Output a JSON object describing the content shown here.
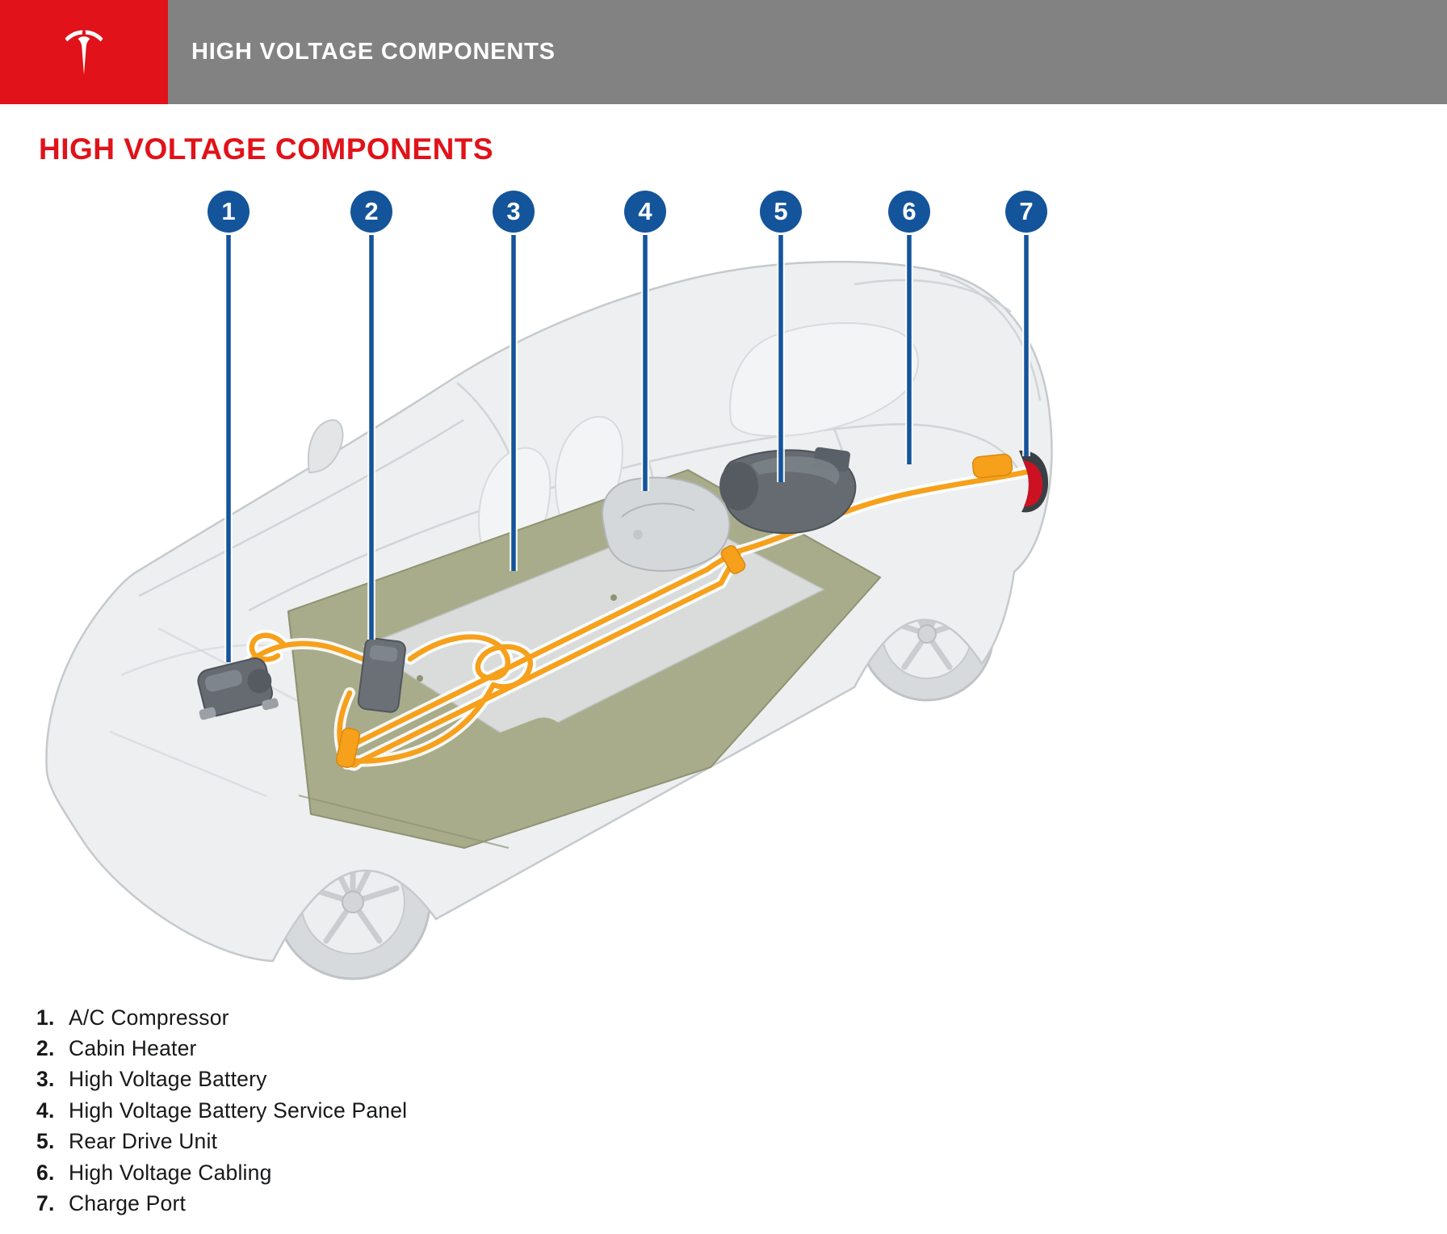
{
  "header": {
    "title": "HIGH VOLTAGE COMPONENTS"
  },
  "page": {
    "heading": "HIGH VOLTAGE COMPONENTS"
  },
  "colors": {
    "tesla_red": "#e11219",
    "header_gray": "#828282",
    "callout_blue": "#14549a",
    "cable_orange": "#f6a01b",
    "battery_olive": "#a9ac8b",
    "charge_port_red": "#cc1122"
  },
  "diagram": {
    "callouts": [
      {
        "number": "1",
        "component": "A/C Compressor"
      },
      {
        "number": "2",
        "component": "Cabin Heater"
      },
      {
        "number": "3",
        "component": "High Voltage Battery"
      },
      {
        "number": "4",
        "component": "High Voltage Battery Service Panel"
      },
      {
        "number": "5",
        "component": "Rear Drive Unit"
      },
      {
        "number": "6",
        "component": "High Voltage Cabling"
      },
      {
        "number": "7",
        "component": "Charge Port"
      }
    ]
  },
  "legend": {
    "items": [
      {
        "number": "1.",
        "label": "A/C Compressor"
      },
      {
        "number": "2.",
        "label": "Cabin Heater"
      },
      {
        "number": "3.",
        "label": "High Voltage Battery"
      },
      {
        "number": "4.",
        "label": "High Voltage Battery Service Panel"
      },
      {
        "number": "5.",
        "label": "Rear Drive Unit"
      },
      {
        "number": "6.",
        "label": "High Voltage Cabling"
      },
      {
        "number": "7.",
        "label": "Charge Port"
      }
    ]
  }
}
